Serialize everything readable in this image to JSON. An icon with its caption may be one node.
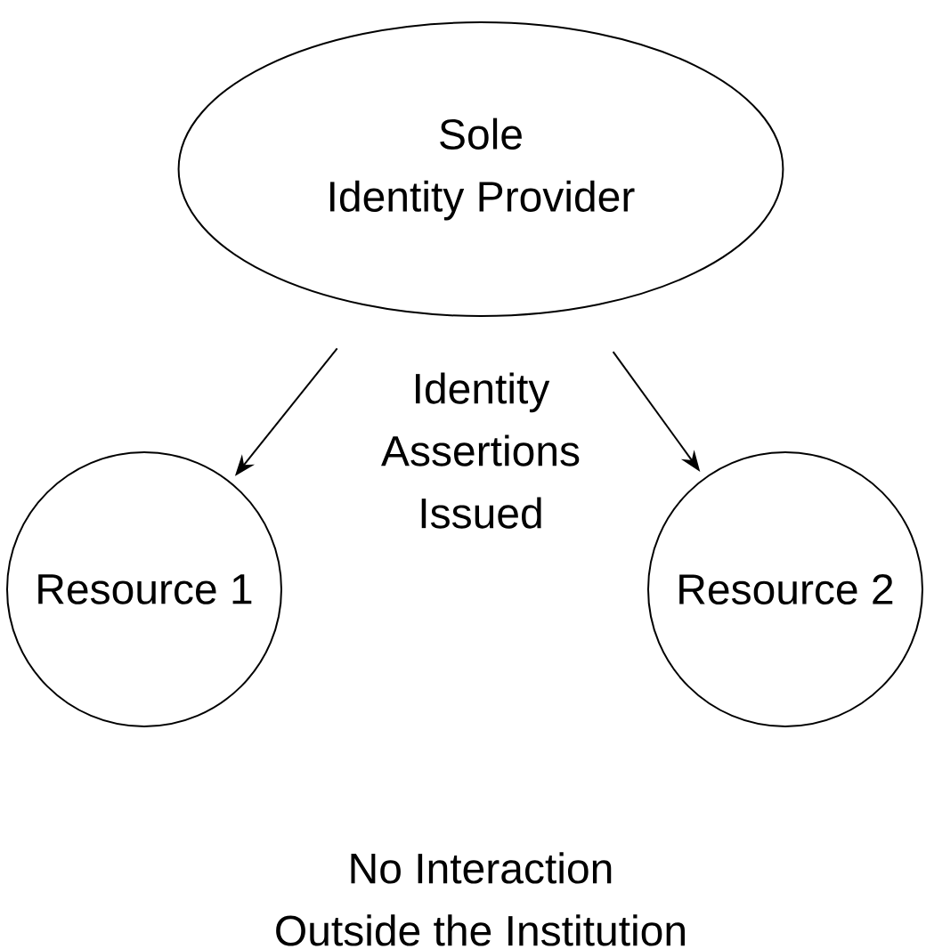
{
  "diagram": {
    "nodes": [
      {
        "text": [
          "Sole Identity Provider"
        ]
      },
      {
        "text": [
          "Resource 1"
        ]
      },
      {
        "text": [
          "Resource 2"
        ]
      }
    ],
    "edges": [
      {
        "from": 0,
        "to": 1,
        "arrow": "to"
      },
      {
        "from": 0,
        "to": 2,
        "arrow": "to"
      }
    ],
    "labels": [
      "Identity Assertions Issued",
      "No Interaction Outside the Institution"
    ]
  }
}
